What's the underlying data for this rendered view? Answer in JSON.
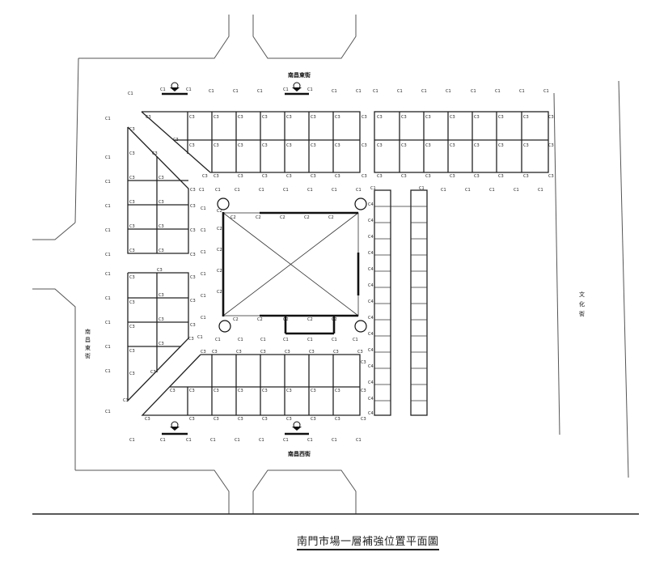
{
  "drawing": {
    "title": "南門市場一層補強位置平面圖",
    "streets": {
      "north": "南昌東街",
      "south": "南昌西街",
      "west": [
        "南",
        "昌",
        "東",
        "街"
      ],
      "east": [
        "文",
        "化",
        "街"
      ]
    },
    "column_labels": {
      "c1": "C1",
      "c2": "C2",
      "c3": "C3",
      "c4": "C4"
    },
    "symbols": {
      "column-marker": "section-marker-icon",
      "corner-detail": "detail-circle-icon"
    }
  }
}
